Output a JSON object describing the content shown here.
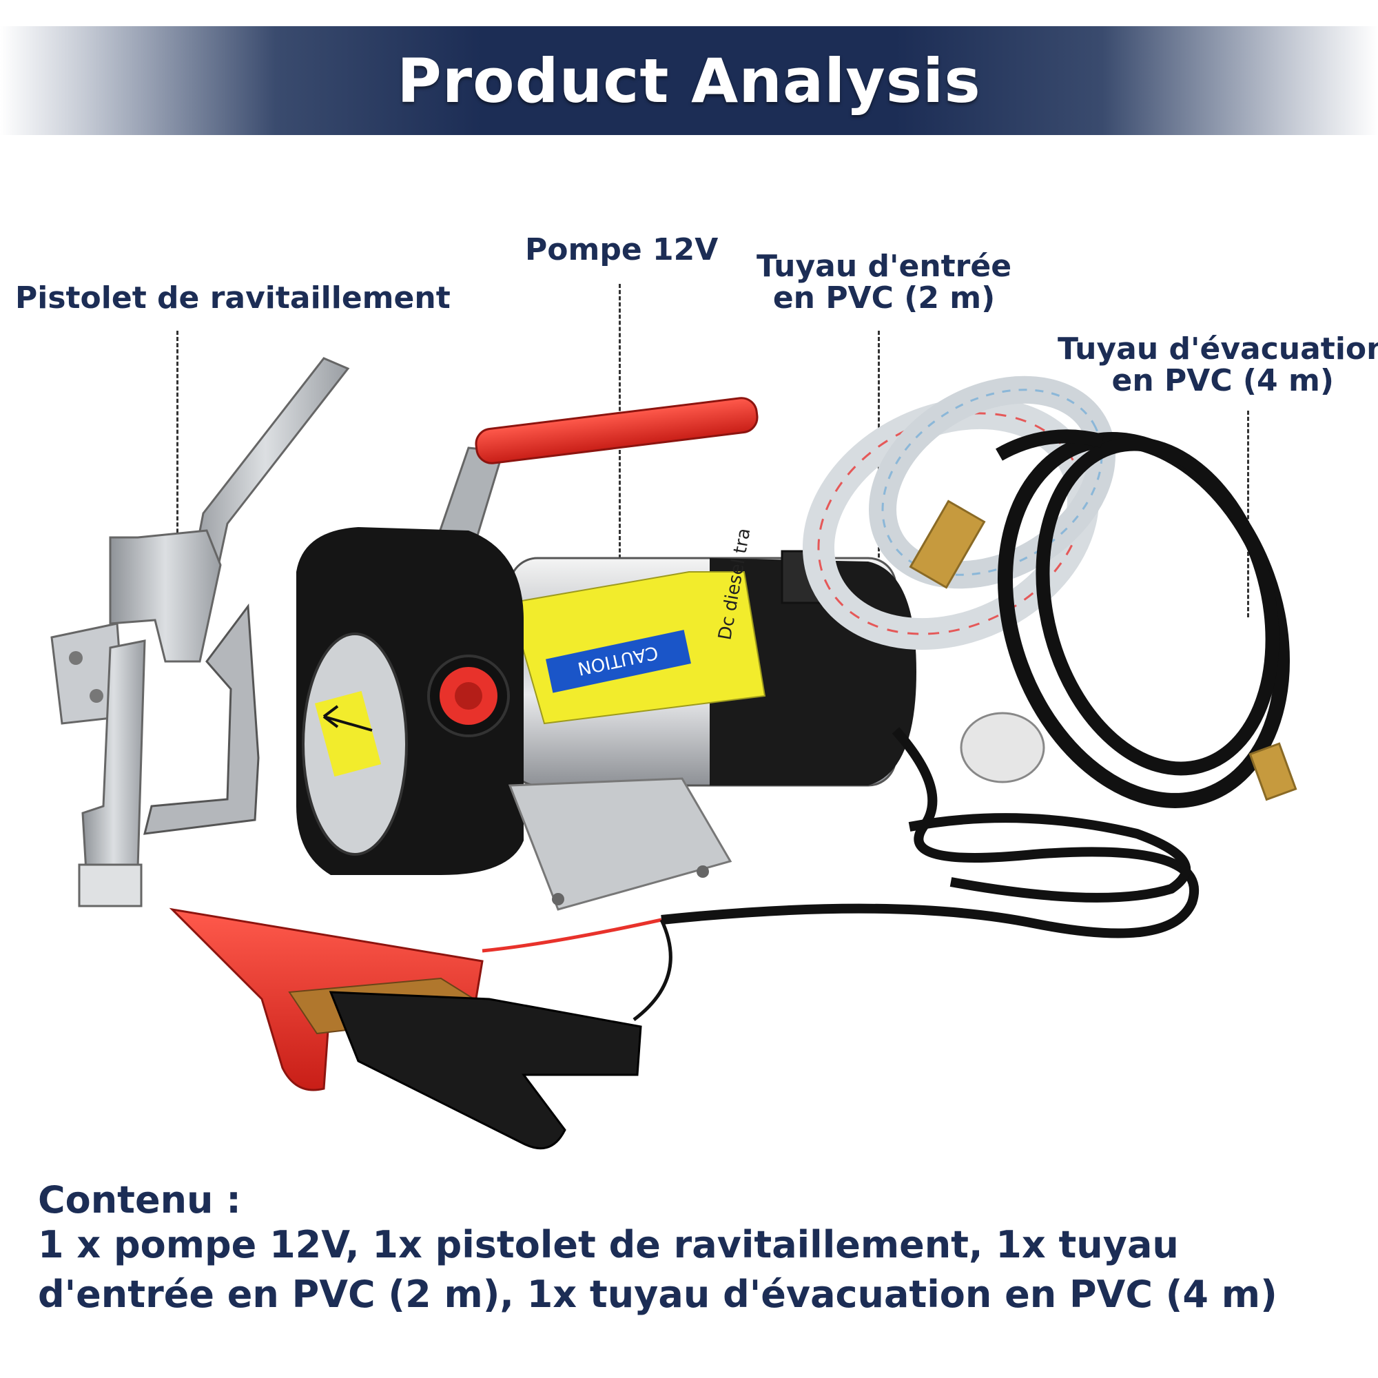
{
  "header": {
    "title": "Product Analysis"
  },
  "callouts": {
    "nozzle": "Pistolet de ravitaillement",
    "pump": "Pompe 12V",
    "inlet_line1": "Tuyau d'entrée",
    "inlet_line2": "en PVC (2 m)",
    "outlet_line1": "Tuyau d'évacuation",
    "outlet_line2": "en PVC (4 m)"
  },
  "pump_label": {
    "caution": "CAUTION",
    "side_text": "Dc diesel tra"
  },
  "contents": {
    "title": "Contenu :",
    "body": "1 x pompe 12V, 1x pistolet de ravitaillement, 1x tuyau d'entrée en PVC (2 m), 1x tuyau d'évacuation en PVC (4 m)"
  },
  "colors": {
    "banner_navy": "#1c2d55",
    "handle_red": "#e8322b",
    "label_yellow": "#f2ec2c",
    "text_navy": "#1c2d55"
  }
}
